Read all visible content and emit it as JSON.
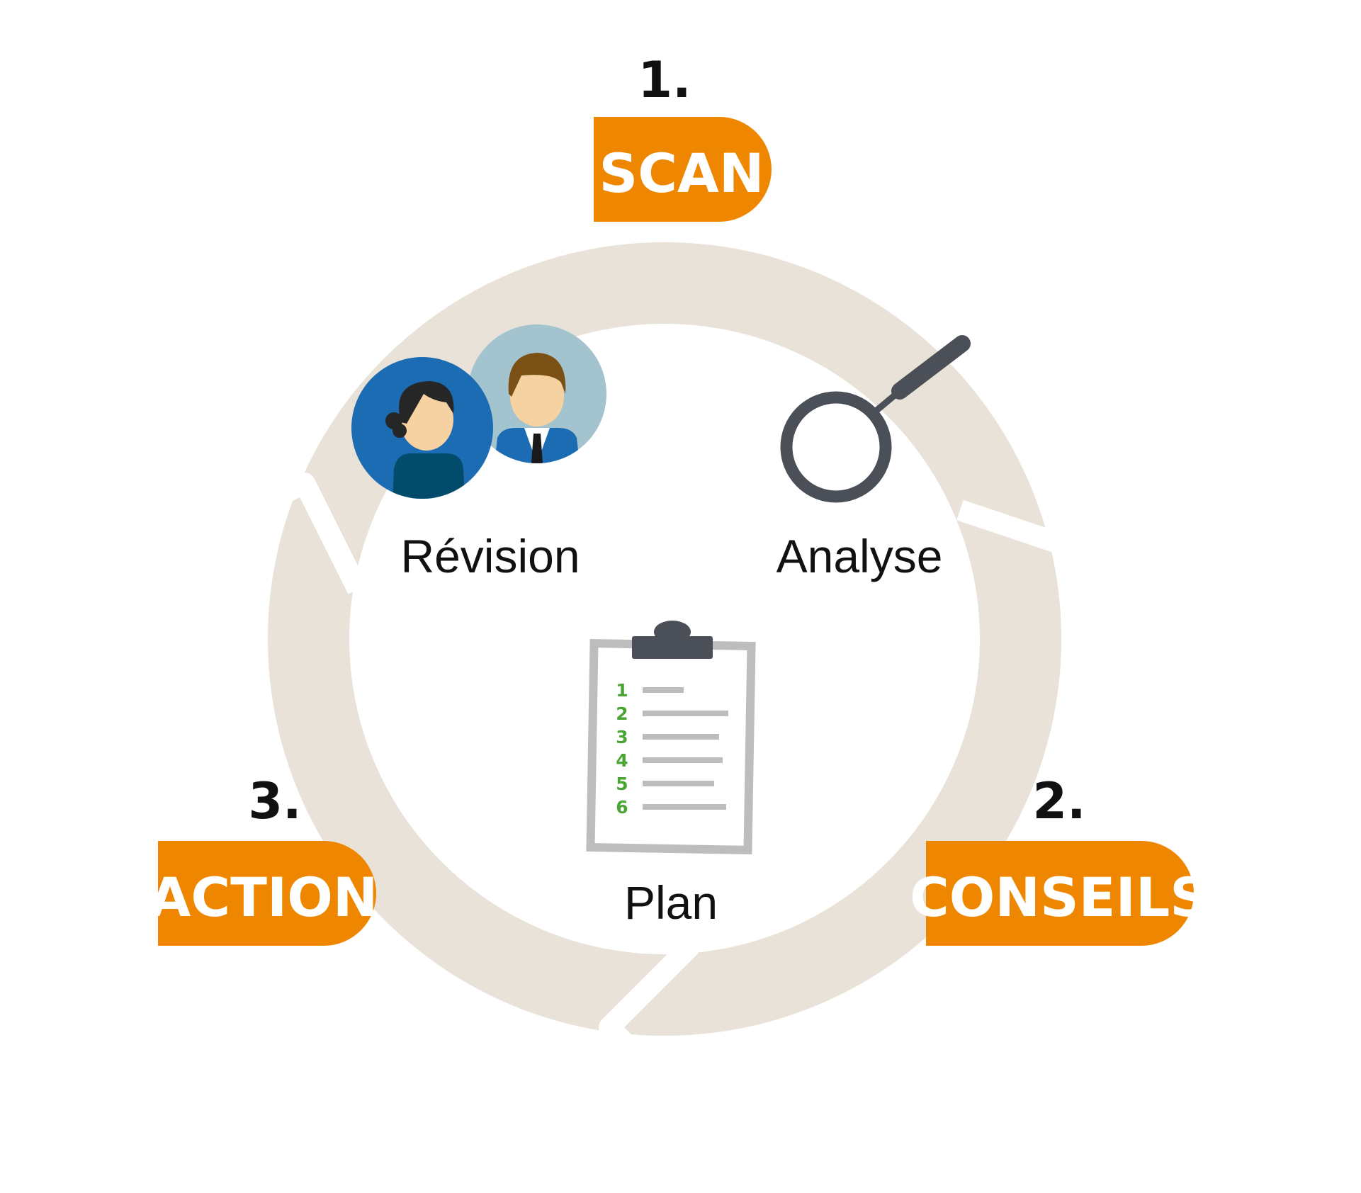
{
  "colors": {
    "ring": "#e8e2d8",
    "accent": "#ef8600",
    "text": "#111111",
    "icon_dark": "#4a4f58",
    "person_front_bg": "#1b6cb2",
    "person_back_bg": "#a3c3ce",
    "list_green": "#4aa535",
    "clipboard_gray": "#bdbdbd"
  },
  "steps": [
    {
      "number": "1.",
      "label": "SCAN"
    },
    {
      "number": "2.",
      "label": "CONSEILS"
    },
    {
      "number": "3.",
      "label": "ACTION"
    }
  ],
  "captions": {
    "review": "Révision",
    "analysis": "Analyse",
    "plan": "Plan"
  },
  "icons": {
    "people": "two-people-avatars-icon",
    "magnifier": "magnifying-glass-icon",
    "clipboard": "clipboard-checklist-icon"
  },
  "clipboard_list": [
    "1",
    "2",
    "3",
    "4",
    "5",
    "6"
  ]
}
